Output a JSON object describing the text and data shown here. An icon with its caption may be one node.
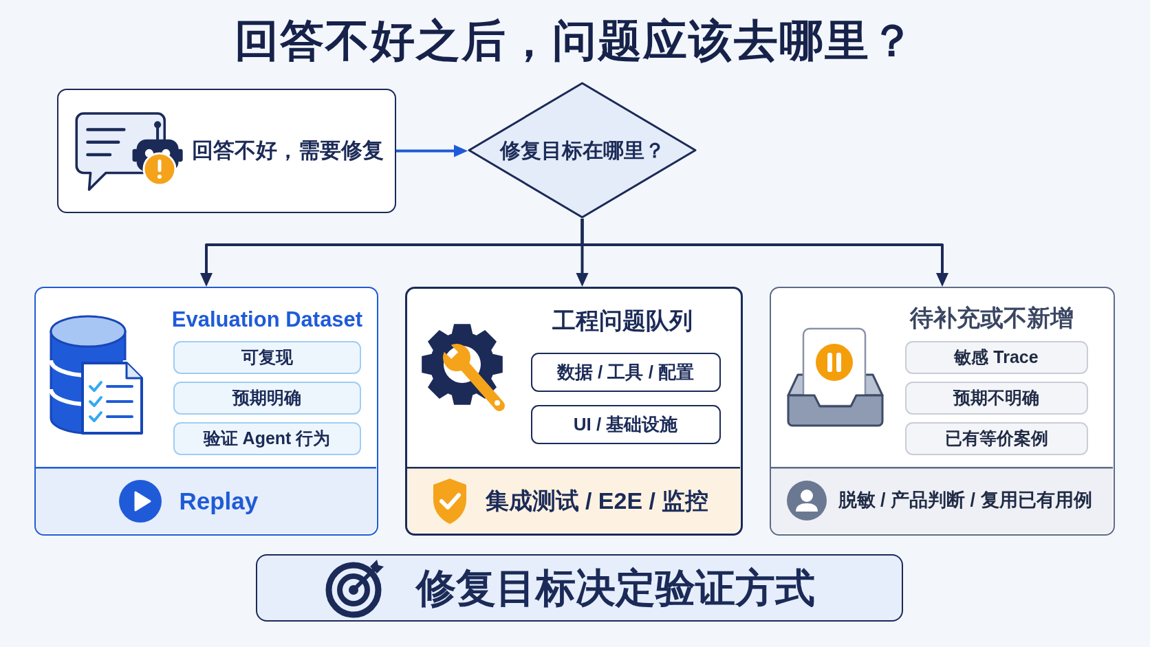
{
  "diagram": {
    "title": "回答不好之后，问题应该去哪里？",
    "nodes": [
      {
        "text": [
          "回答不好，需要修复"
        ]
      },
      {
        "text": [
          "修复目标在哪里？"
        ]
      },
      {
        "text": [
          "Evaluation Dataset"
        ]
      },
      {
        "text": [
          "可复现"
        ],
        "in": 2
      },
      {
        "text": [
          "预期明确"
        ],
        "in": 2
      },
      {
        "text": [
          "验证 Agent 行为"
        ],
        "in": 2
      },
      {
        "text": [
          "Replay"
        ],
        "in": 2
      },
      {
        "text": [
          "工程问题队列"
        ]
      },
      {
        "text": [
          "数据 / 工具 / 配置"
        ],
        "in": 7
      },
      {
        "text": [
          "UI / 基础设施"
        ],
        "in": 7
      },
      {
        "text": [
          "集成测试 / E2E / 监控"
        ],
        "in": 7
      },
      {
        "text": [
          "待补充或不新增"
        ]
      },
      {
        "text": [
          "敏感 Trace"
        ],
        "in": 11
      },
      {
        "text": [
          "预期不明确"
        ],
        "in": 11
      },
      {
        "text": [
          "已有等价案例"
        ],
        "in": 11
      },
      {
        "text": [
          "脱敏 / 产品判断 / 复用已有用例"
        ],
        "in": 11
      },
      {
        "text": [
          "修复目标决定验证方式"
        ]
      }
    ],
    "edges": [
      {
        "from": 0,
        "to": 1,
        "arrow": "to",
        "color": "#1f5bd8"
      },
      {
        "from": 1,
        "to": 2,
        "arrow": "to"
      },
      {
        "from": 1,
        "to": 7,
        "arrow": "to"
      },
      {
        "from": 1,
        "to": 11,
        "arrow": "to"
      }
    ]
  }
}
